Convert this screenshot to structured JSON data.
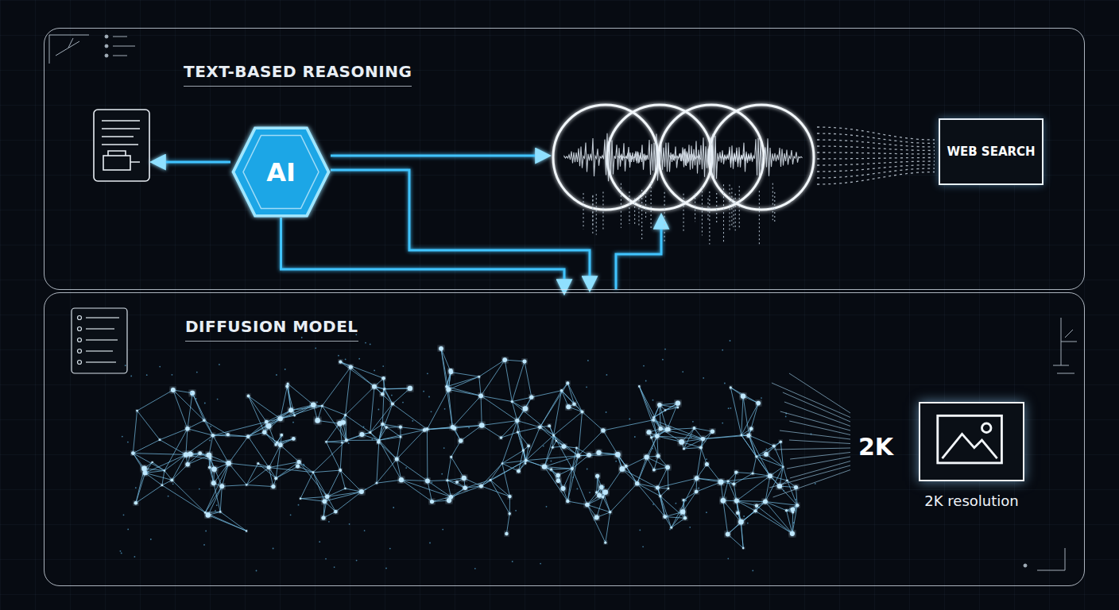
{
  "diagram": {
    "nodes": [
      {
        "text": [
          "TEXT-BASED REASONING"
        ]
      },
      {
        "text": [
          "DIFFUSION MODEL"
        ]
      },
      {
        "text": [
          "AI"
        ],
        "in": 0
      },
      {
        "text": [
          "WEB SEARCH"
        ],
        "in": 0
      },
      {
        "text": [
          "2K resolution"
        ],
        "in": 1
      }
    ],
    "edges": [
      {
        "from": 2,
        "to": 1,
        "arrow": "to"
      }
    ],
    "labels": [
      "2K"
    ]
  }
}
